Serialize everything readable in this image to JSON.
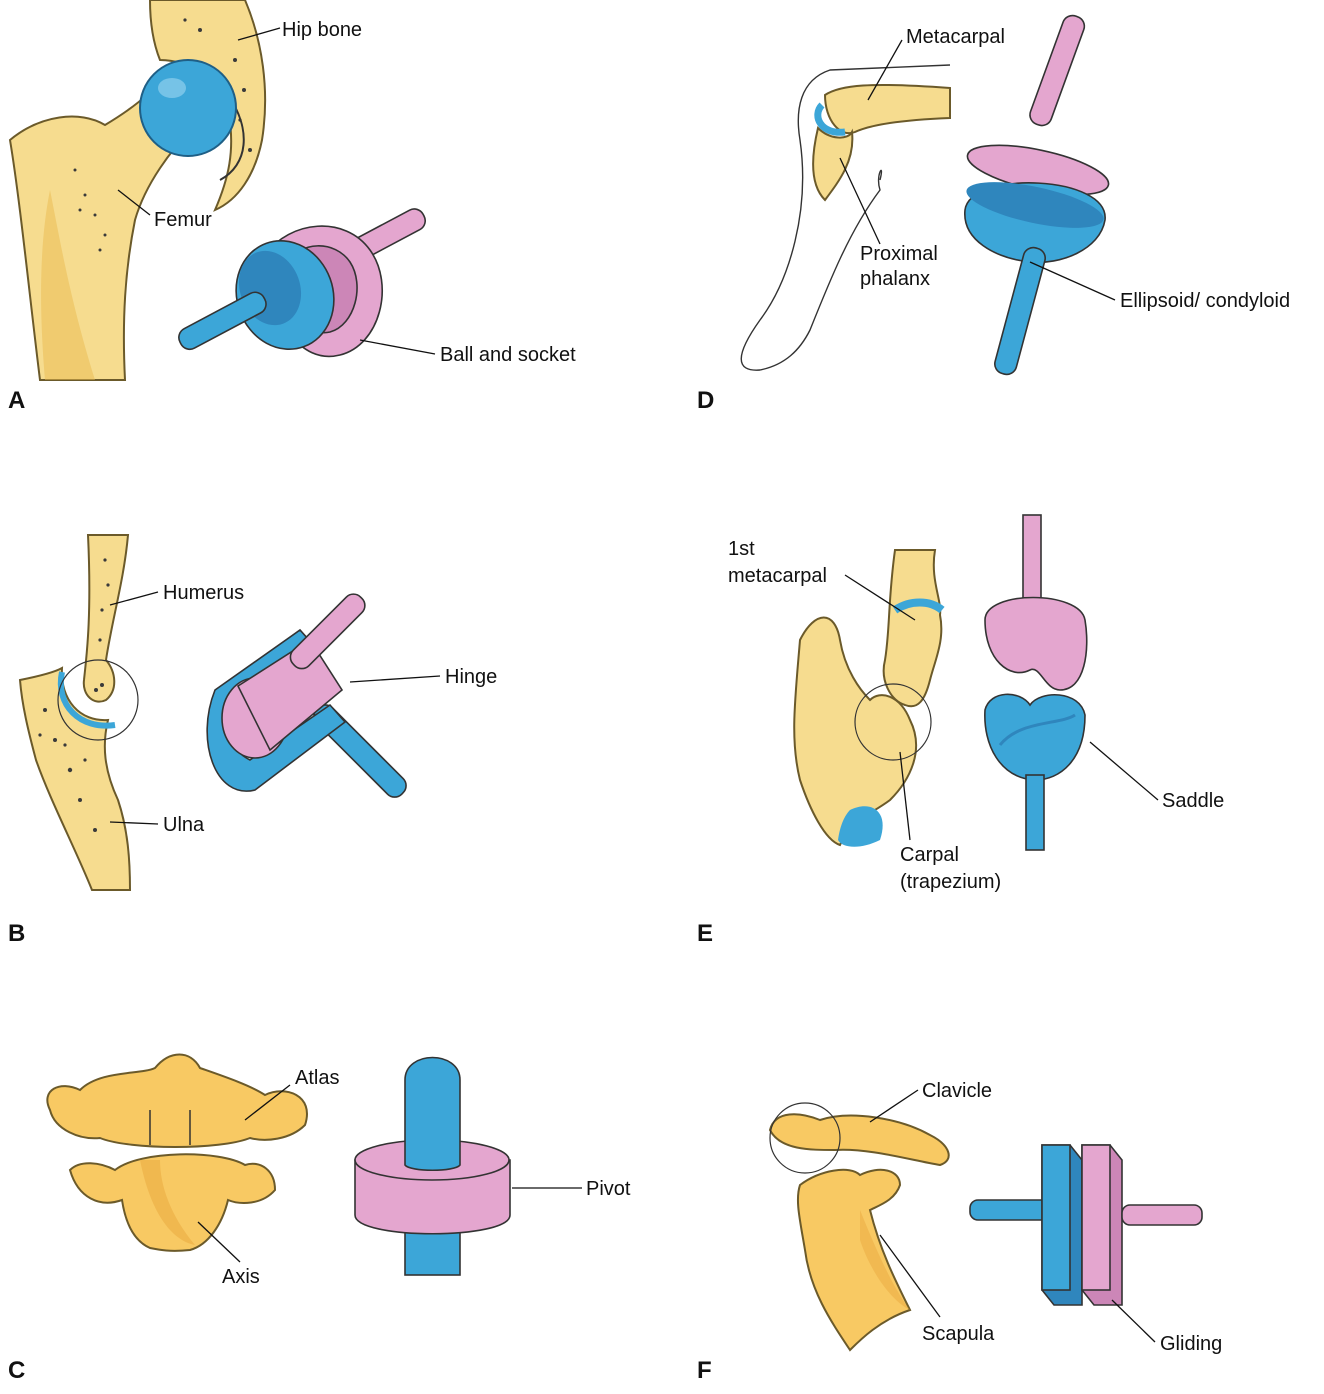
{
  "colors": {
    "bone": "#f6dc8f",
    "bone_shade": "#e9b94f",
    "cartilage_blue": "#3ca6d8",
    "dark_blue": "#2f86bd",
    "pink": "#e4a6cf",
    "dark_pink": "#cc86b7"
  },
  "panels": {
    "a": {
      "letter": "A",
      "labels": {
        "hip_bone": "Hip bone",
        "femur": "Femur",
        "joint_type": "Ball and socket"
      }
    },
    "b": {
      "letter": "B",
      "labels": {
        "humerus": "Humerus",
        "ulna": "Ulna",
        "joint_type": "Hinge"
      }
    },
    "c": {
      "letter": "C",
      "labels": {
        "atlas": "Atlas",
        "axis": "Axis",
        "joint_type": "Pivot"
      }
    },
    "d": {
      "letter": "D",
      "labels": {
        "metacarpal": "Metacarpal",
        "proximal_1": "Proximal",
        "proximal_2": "phalanx",
        "joint_type": "Ellipsoid/ condyloid"
      }
    },
    "e": {
      "letter": "E",
      "labels": {
        "metacarpal_1": "1st",
        "metacarpal_2": "metacarpal",
        "carpal_1": "Carpal",
        "carpal_2": "(trapezium)",
        "joint_type": "Saddle"
      }
    },
    "f": {
      "letter": "F",
      "labels": {
        "clavicle": "Clavicle",
        "scapula": "Scapula",
        "joint_type": "Gliding"
      }
    }
  }
}
